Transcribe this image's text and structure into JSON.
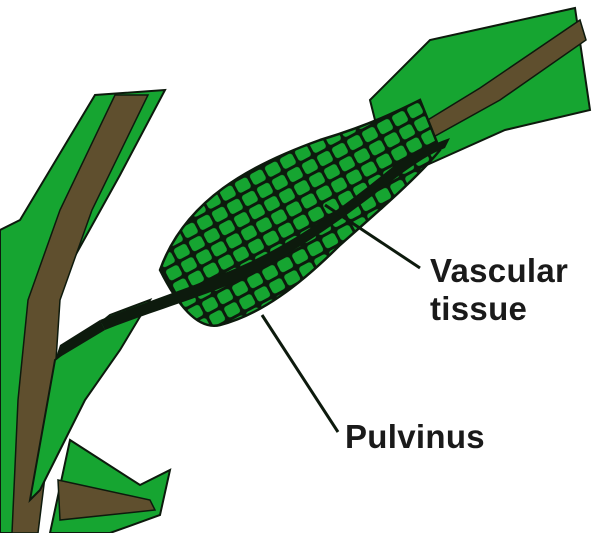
{
  "labels": {
    "vascular_line1": "Vascular",
    "vascular_line2": "tissue",
    "pulvinus": "Pulvinus"
  },
  "colors": {
    "tissue_green": "#16a531",
    "vascular_brown": "#5f4f2e",
    "outline": "#0d1a0d",
    "background": "#ffffff"
  }
}
